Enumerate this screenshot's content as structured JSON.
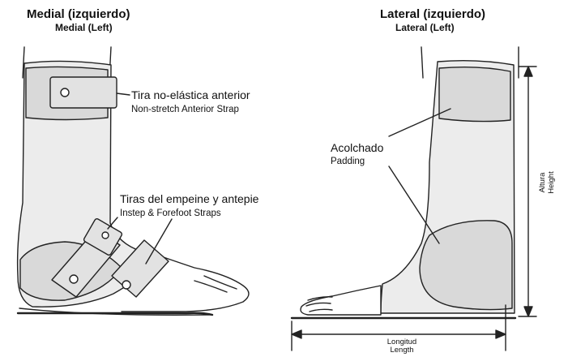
{
  "medial": {
    "title_es": "Medial (izquierdo)",
    "title_en": "Medial (Left)",
    "anterior_strap_es": "Tira no-elástica anterior",
    "anterior_strap_en": "Non-stretch Anterior Strap",
    "instep_straps_es": "Tiras del empeine y antepie",
    "instep_straps_en": "Instep & Forefoot Straps"
  },
  "lateral": {
    "title_es": "Lateral (izquierdo)",
    "title_en": "Lateral (Left)",
    "padding_es": "Acolchado",
    "padding_en": "Padding",
    "height_es": "Altura",
    "height_en": "Height",
    "length_es": "Longitud",
    "length_en": "Length"
  },
  "colors": {
    "outline": "#222222",
    "padding_fill": "#d9d9d9",
    "brace_fill": "#ececec",
    "strap_fill": "#e2e2e2"
  }
}
